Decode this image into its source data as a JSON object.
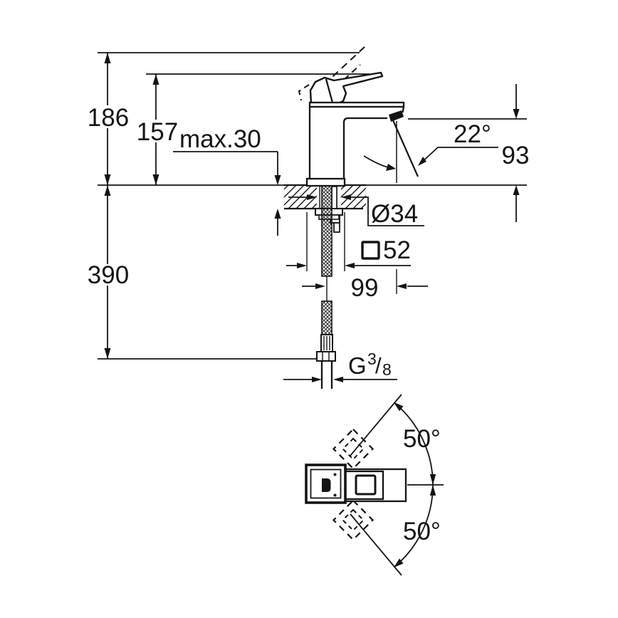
{
  "drawing": {
    "side_view": {
      "total_height": "186",
      "handle_tip_height": "157",
      "max_mounting_thickness": "max.30",
      "stream_angle": "22°",
      "spout_outlet_height": "93",
      "mounting_hole_diameter": "Ø34",
      "base_square_size": "52",
      "spout_reach": "99",
      "hose_length_below_deck": "390",
      "thread": {
        "g": "G",
        "numerator": "3",
        "slash": "/",
        "denominator": "8"
      }
    },
    "top_view": {
      "handle_swing_upper": "50°",
      "handle_swing_lower": "50°"
    }
  }
}
